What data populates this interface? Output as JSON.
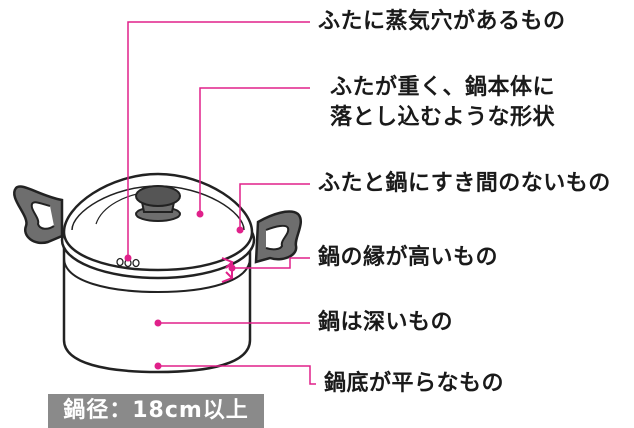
{
  "labels": {
    "lid_vent": "ふたに蒸気穴があるもの",
    "lid_heavy_line1": "ふたが重く、鍋本体に",
    "lid_heavy_line2": "落とし込むような形状",
    "no_gap": "ふたと鍋にすき間のないもの",
    "high_rim": "鍋の縁が高いもの",
    "deep": "鍋は深いもの",
    "flat_bottom": "鍋底が平らなもの"
  },
  "size_badge": "鍋径：18cm以上",
  "colors": {
    "callout": "#e0218a",
    "pot_outline": "#222222",
    "knob_fill": "#555555",
    "handle_fill": "#6e6e6e",
    "badge_bg": "#8a8a8a"
  },
  "icons": [
    "pot-illustration",
    "steam-vent-holes",
    "lid-knob"
  ]
}
